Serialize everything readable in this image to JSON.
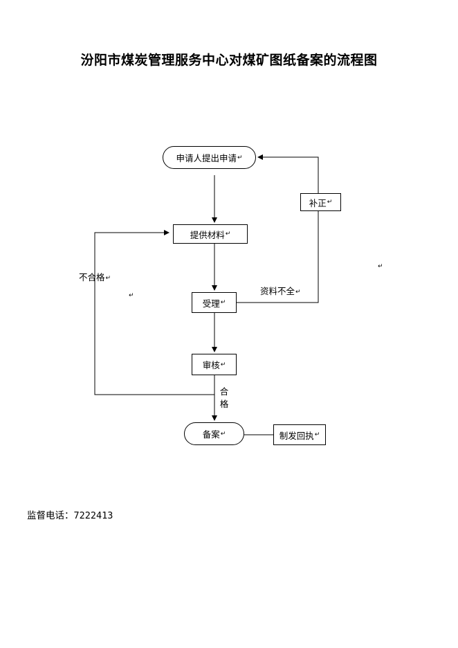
{
  "document": {
    "title": "汾阳市煤炭管理服务中心对煤矿图纸备案的流程图",
    "footer": {
      "label": "监督电话：",
      "phone": "7222413"
    }
  },
  "flowchart": {
    "return_mark": "↵",
    "nodes": {
      "apply": "申请人提出申请",
      "provide": "提供材料",
      "accept": "受理",
      "review": "审核",
      "file": "备案",
      "receipt": "制发回执",
      "supplement": "补正"
    },
    "labels": {
      "incomplete": "资料不全",
      "unqualified": "不合格",
      "qualified_1": "合",
      "qualified_2": "格"
    }
  }
}
